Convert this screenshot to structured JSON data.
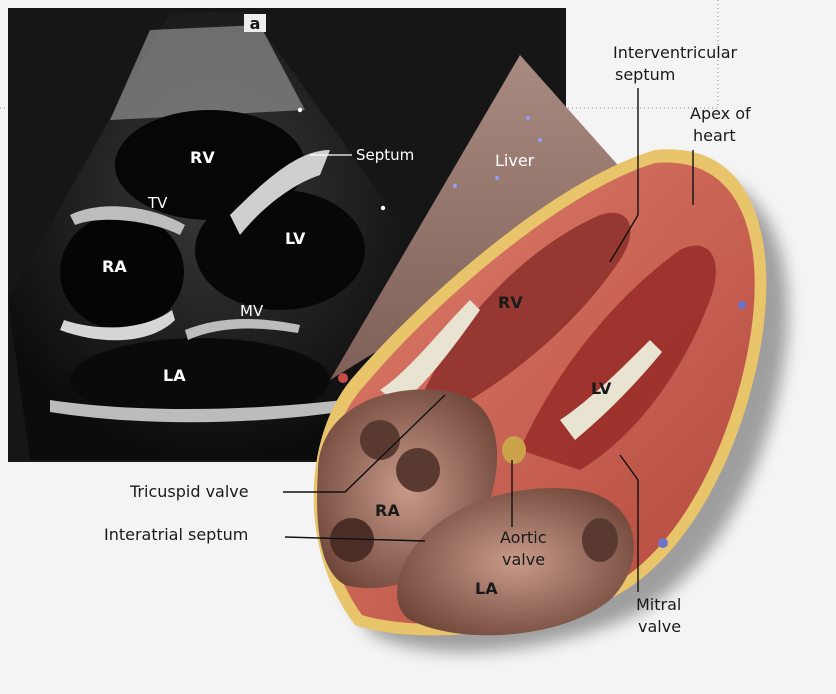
{
  "echo_panel": {
    "corner_marker": "a",
    "labels": {
      "rv": "RV",
      "septum": "Septum",
      "tv": "TV",
      "lv": "LV",
      "ra": "RA",
      "mv": "MV",
      "la": "LA"
    }
  },
  "heart_panel": {
    "liver": "Liver",
    "rv": "RV",
    "lv": "LV",
    "ra": "RA",
    "la": "LA"
  },
  "callouts": {
    "interventricular_septum": [
      "Interventricular",
      "septum"
    ],
    "apex_of_heart": [
      "Apex of",
      "heart"
    ],
    "tricuspid_valve": "Tricuspid valve",
    "interatrial_septum": "Interatrial septum",
    "aortic_valve": [
      "Aortic",
      "valve"
    ],
    "mitral_valve": [
      "Mitral",
      "valve"
    ]
  }
}
